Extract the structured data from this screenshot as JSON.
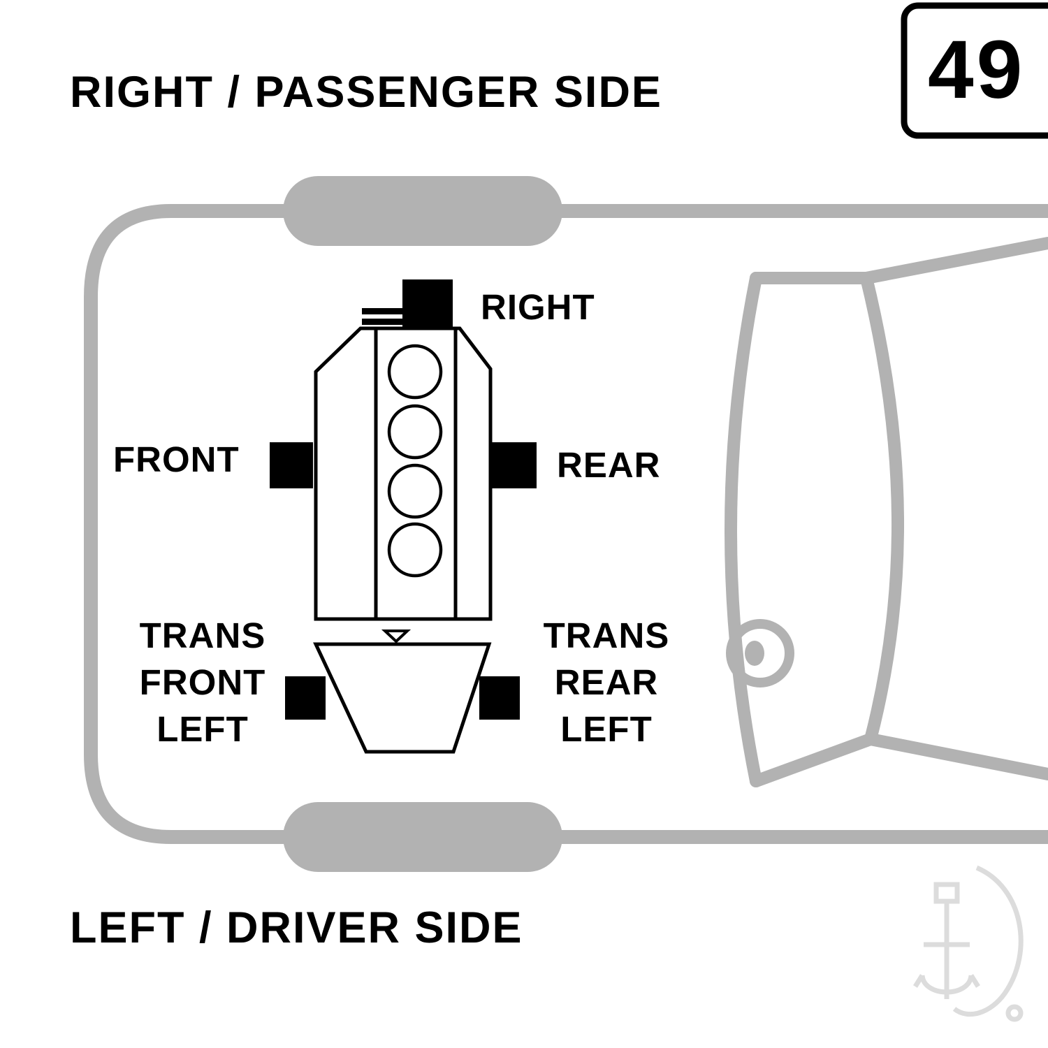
{
  "page": {
    "number": "49",
    "top_side_label": "RIGHT / PASSENGER SIDE",
    "bottom_side_label": "LEFT / DRIVER SIDE"
  },
  "mount_labels": {
    "engine_right": "RIGHT",
    "engine_front": "FRONT",
    "engine_rear": "REAR",
    "trans_front_left": [
      "TRANS",
      "FRONT",
      "LEFT"
    ],
    "trans_rear_left": [
      "TRANS",
      "REAR",
      "LEFT"
    ]
  },
  "colors": {
    "background": "#ffffff",
    "chassis_gray": "#b2b2b2",
    "diagram_black": "#000000",
    "watermark_gray": "#dcdcdc"
  }
}
